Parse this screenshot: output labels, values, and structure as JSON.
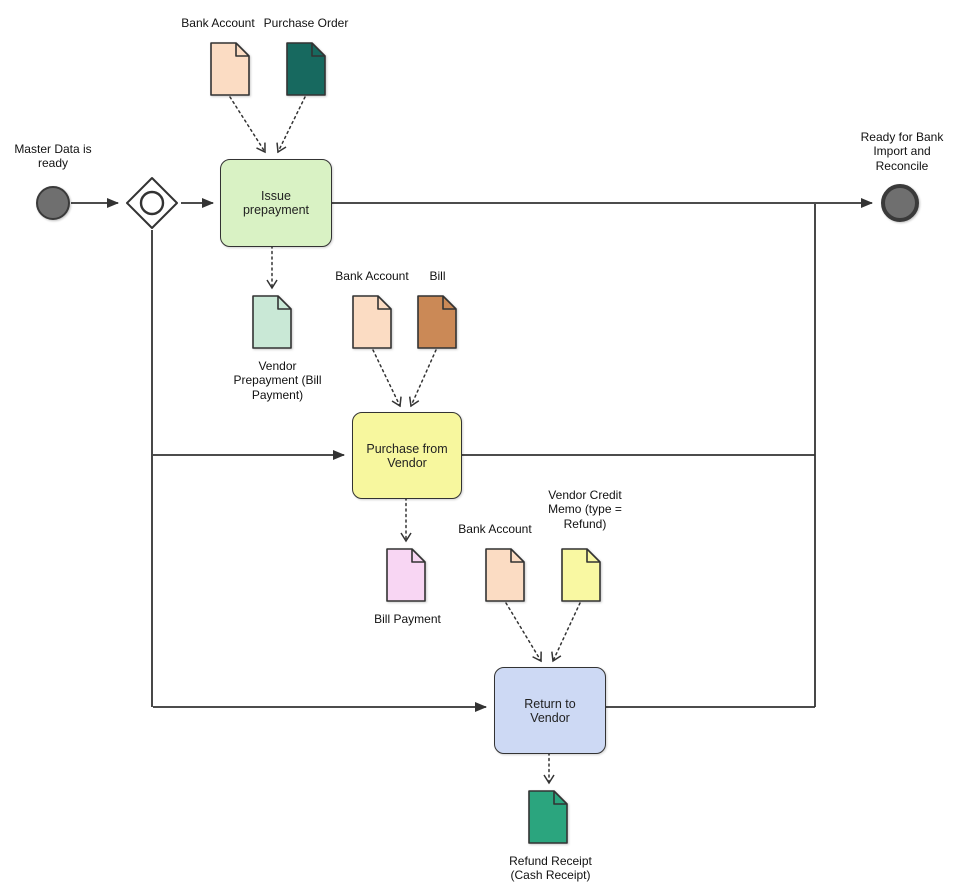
{
  "diagram": {
    "events": {
      "start": {
        "label": "Master Data is ready",
        "color": "#6f6f6f"
      },
      "end": {
        "label": "Ready for Bank Import and Reconcile",
        "color": "#6f6f6f"
      }
    },
    "gateway": {
      "type": "inclusive-gateway"
    },
    "tasks": [
      {
        "id": "issue-prepayment",
        "label": "Issue prepayment",
        "color": "#d9f2c4"
      },
      {
        "id": "purchase-from-vendor",
        "label": "Purchase from Vendor",
        "color": "#f7f79e"
      },
      {
        "id": "return-to-vendor",
        "label": "Return to Vendor",
        "color": "#cdd9f4"
      }
    ],
    "documents": [
      {
        "id": "bank-account-top",
        "label": "Bank Account",
        "color": "#fbdcc3"
      },
      {
        "id": "purchase-order",
        "label": "Purchase Order",
        "color": "#17695f"
      },
      {
        "id": "vendor-prepayment",
        "label": "Vendor Prepayment (Bill Payment)",
        "color": "#c9e8d6"
      },
      {
        "id": "bank-account-mid",
        "label": "Bank Account",
        "color": "#fbdcc3"
      },
      {
        "id": "bill",
        "label": "Bill",
        "color": "#cb8956"
      },
      {
        "id": "bill-payment",
        "label": "Bill Payment",
        "color": "#f8d6f3"
      },
      {
        "id": "bank-account-bottom",
        "label": "Bank Account",
        "color": "#fbdcc3"
      },
      {
        "id": "vendor-credit-memo",
        "label": "Vendor Credit Memo (type = Refund)",
        "color": "#f9f8a2"
      },
      {
        "id": "refund-receipt",
        "label": "Refund Receipt (Cash Receipt)",
        "color": "#2ba57e"
      }
    ],
    "line_color": "#333333"
  }
}
